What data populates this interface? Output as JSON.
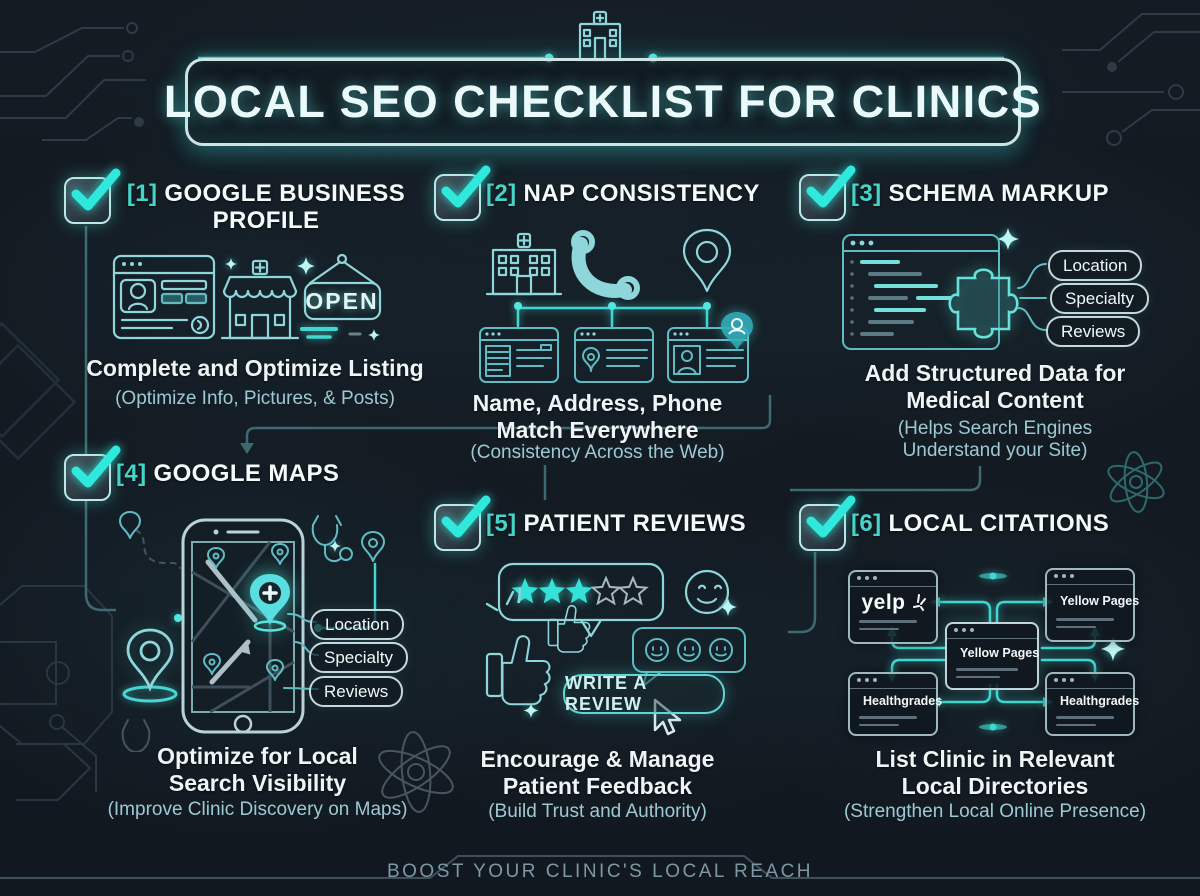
{
  "page": {
    "title": "LOCAL SEO CHECKLIST FOR CLINICS",
    "footer": "BOOST YOUR CLINIC'S LOCAL REACH"
  },
  "colors": {
    "background": "#141b23",
    "accent": "#3ce8de",
    "checkmark": "#2fe9dc",
    "number": "#46d4c9",
    "heading": "#f5fbfb",
    "note": "#9dc9d3",
    "pill_border": "#c6d8db",
    "star_filled": "#35e2d8",
    "star_empty": "#a7b8c0"
  },
  "sections": [
    {
      "index_label": "[1]",
      "title": "GOOGLE BUSINESS PROFILE",
      "subtitle": "Complete and Optimize Listing",
      "note": "(Optimize Info, Pictures, & Posts)",
      "badge": "OPEN",
      "icons": [
        "browser-profile-icon",
        "clinic-storefront-icon",
        "open-sign"
      ]
    },
    {
      "index_label": "[2]",
      "title": "NAP CONSISTENCY",
      "subtitle": "Name, Address, Phone Match Everywhere",
      "note": "(Consistency Across the Web)",
      "icons": [
        "hospital-icon",
        "phone-icon",
        "location-pin-icon",
        "listing-card-icon"
      ]
    },
    {
      "index_label": "[3]",
      "title": "SCHEMA MARKUP",
      "subtitle": "Add Structured Data for Medical Content",
      "note": "(Helps Search Engines Understand your Site)",
      "pills": [
        "Location",
        "Specialty",
        "Reviews"
      ],
      "icons": [
        "code-window-icon",
        "puzzle-icon"
      ]
    },
    {
      "index_label": "[4]",
      "title": "GOOGLE MAPS",
      "subtitle": "Optimize for Local Search Visibility",
      "note": "(Improve Clinic Discovery on Maps)",
      "pills": [
        "Location",
        "Specialty",
        "Reviews"
      ],
      "icons": [
        "smartphone-map-icon",
        "location-pin-icon",
        "stethoscope-icon"
      ]
    },
    {
      "index_label": "[5]",
      "title": "PATIENT REVIEWS",
      "subtitle": "Encourage & Manage Patient Feedback",
      "note": "(Build Trust and Authority)",
      "button_label": "WRITE A REVIEW",
      "rating": {
        "filled": 3,
        "total": 5
      },
      "icons": [
        "star-rating-bubble",
        "smiley-icon",
        "thumbs-up-icon",
        "emoji-feedback-bubble",
        "cursor-icon"
      ]
    },
    {
      "index_label": "[6]",
      "title": "LOCAL CITATIONS",
      "subtitle": "List Clinic in Relevant Local Directories",
      "note": "(Strengthen Local Online Presence)",
      "directories": [
        "yelp",
        "Yellow Pages",
        "Yellow Pages",
        "Healthgrades",
        "Healthgrades"
      ]
    }
  ]
}
